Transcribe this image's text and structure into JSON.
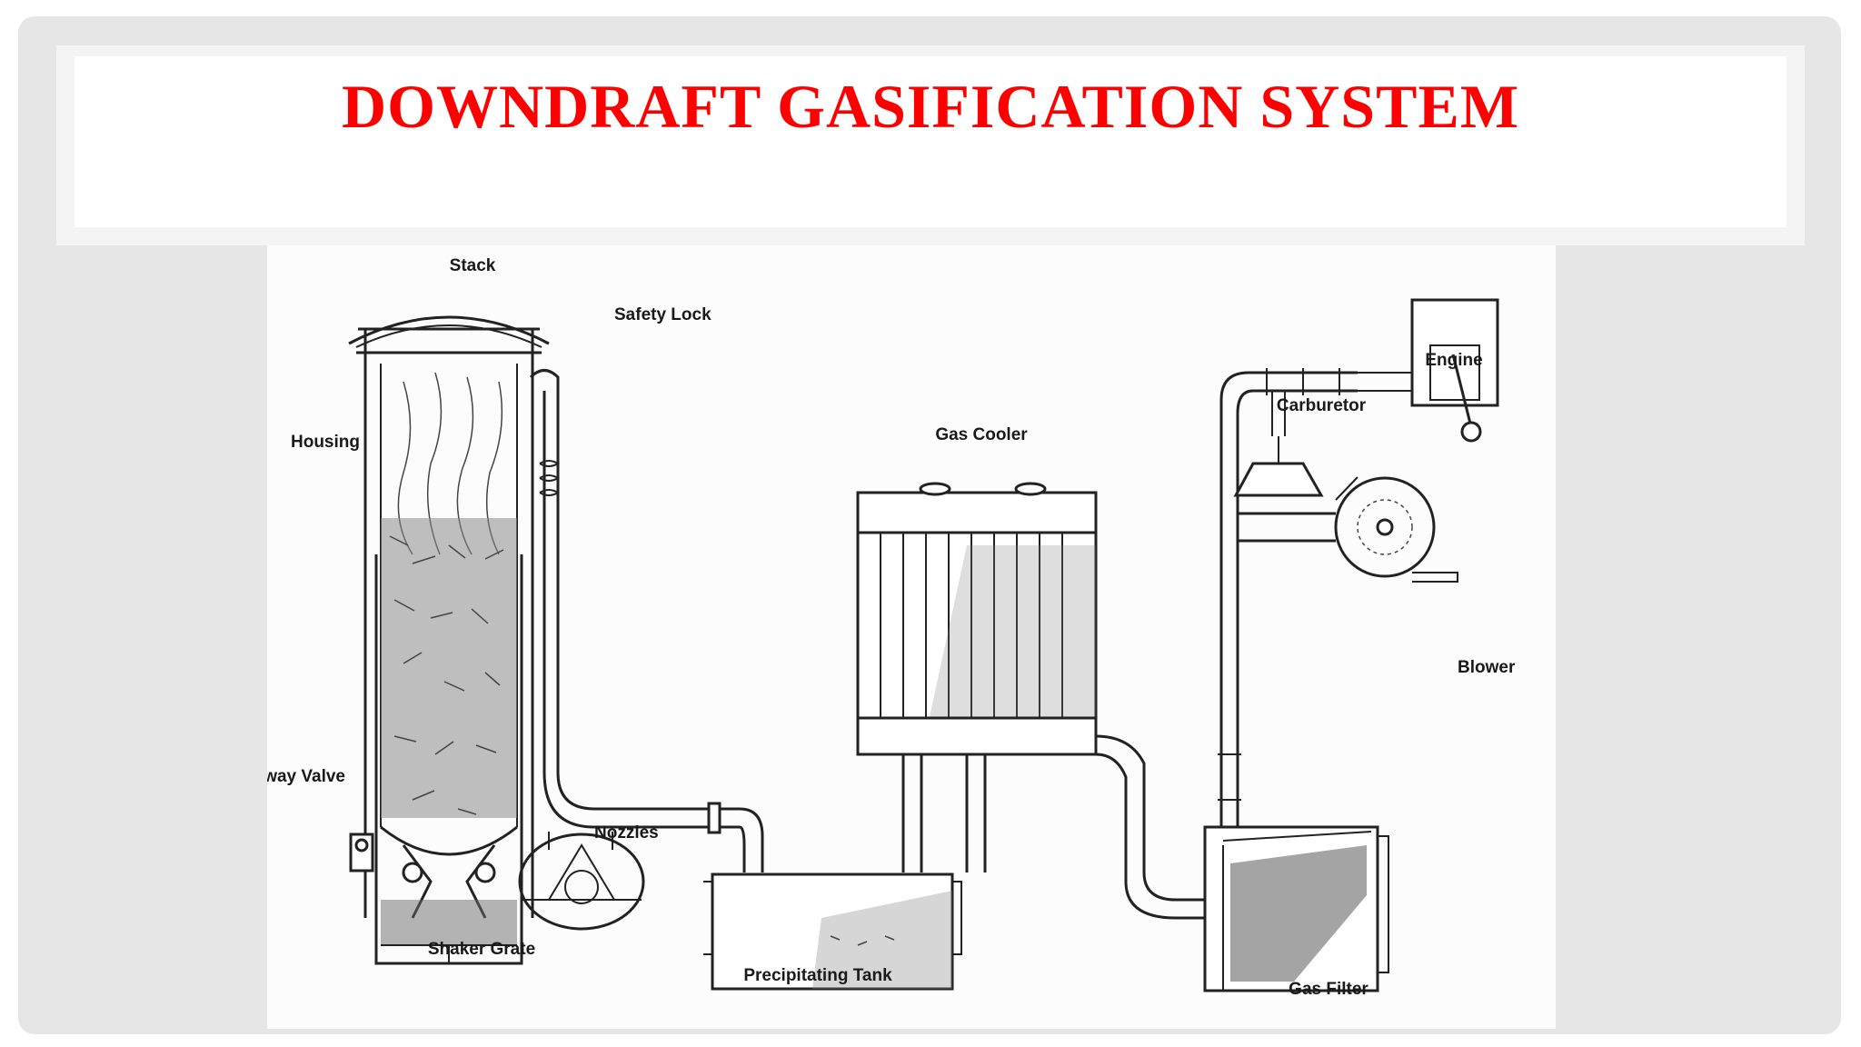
{
  "slide": {
    "title": "DOWNDRAFT GASIFICATION SYSTEM"
  },
  "diagram": {
    "labels": {
      "stack": "Stack",
      "safety_lock": "Safety Lock",
      "housing": "Housing",
      "one_way_valve": "One-way Valve",
      "nozzles": "Nozzles",
      "shaker_grate": "Shaker Grate",
      "gas_cooler": "Gas Cooler",
      "precipitating_tank": "Precipitating Tank",
      "carburetor": "Carburetor",
      "engine": "Engine",
      "blower": "Blower",
      "gas_filter": "Gas Filter"
    }
  },
  "colors": {
    "title": "#ff0000",
    "frame": "#e6e6e6",
    "drawing": "#222222"
  }
}
